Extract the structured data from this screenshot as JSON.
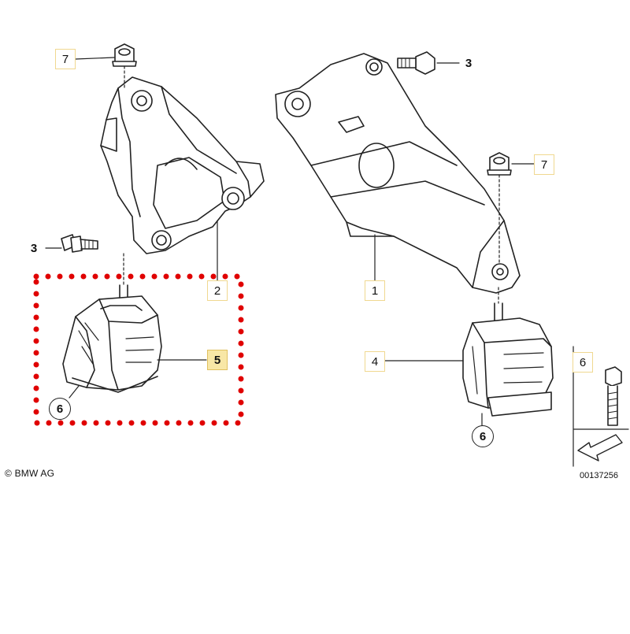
{
  "diagram": {
    "callouts": {
      "p7_left": "7",
      "p3_top_right": "3",
      "p7_right": "7",
      "p3_left": "3",
      "p2": "2",
      "p1": "1",
      "p5": "5",
      "p4": "4",
      "p6_left": "6",
      "p6_right": "6",
      "p6_inset": "6"
    },
    "copyright": "© BMW AG",
    "drawing_number": "00137256",
    "highlight_color": "#e00000",
    "label_highlight_color": "#f8e7a6"
  }
}
